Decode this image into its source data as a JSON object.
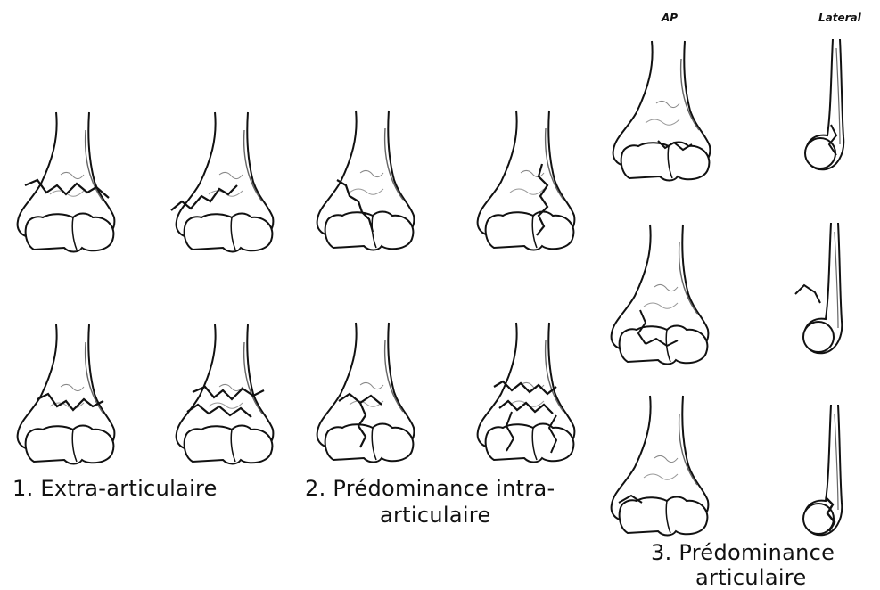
{
  "views": {
    "ap": "AP",
    "lateral": "Lateral"
  },
  "captions": {
    "group1": "1. Extra-articulaire",
    "group2_line1": "2. Prédominance intra-",
    "group2_line2": "articulaire",
    "group3_line1": "3. Prédominance",
    "group3_line2": "articulaire"
  }
}
